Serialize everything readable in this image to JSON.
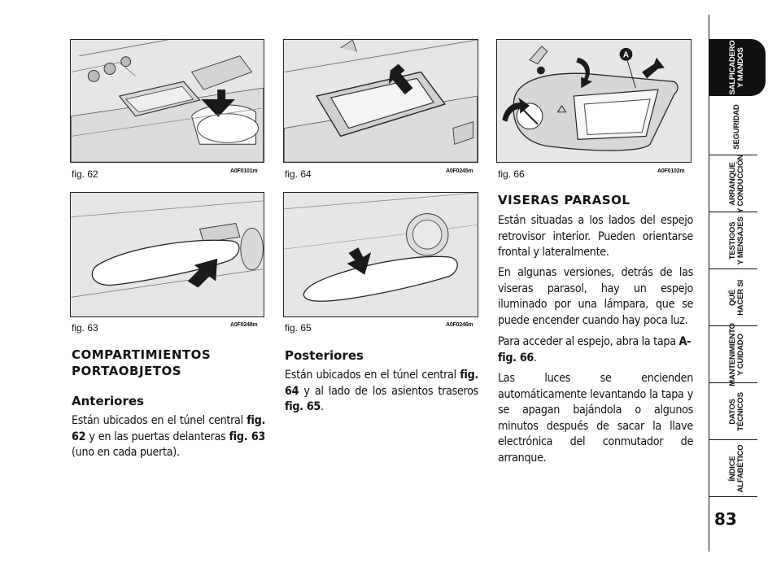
{
  "figures": [
    {
      "caption": "fig. 62",
      "code": "A0F0101m"
    },
    {
      "caption": "fig. 64",
      "code": "A0F0245m"
    },
    {
      "caption": "fig. 66",
      "code": "A0F0102m"
    },
    {
      "caption": "fig. 63",
      "code": "A0F0248m"
    },
    {
      "caption": "fig. 65",
      "code": "A0F0246m"
    }
  ],
  "fig66_label": "A",
  "left": {
    "heading_1": "COMPARTIMIENTOS",
    "heading_2": "PORTAOBJETOS",
    "subheading": "Anteriores",
    "p_a": "Están ubicados en el túnel central ",
    "p_ref1": "fig. 62",
    "p_b": " y en las puertas delanteras ",
    "p_ref2": "fig. 63",
    "p_c": " (uno en cada puerta)."
  },
  "middle": {
    "subheading": "Posteriores",
    "p_a": "Están ubicados en el túnel central ",
    "p_ref1": "fig. 64",
    "p_b": " y al lado de los asientos traseros ",
    "p_ref2": "fig. 65",
    "p_c": "."
  },
  "right": {
    "heading": "VISERAS PARASOL",
    "p1": "Están situadas a los lados del espejo retrovisor interior. Pueden orientarse frontal y lateralmente.",
    "p2": "En algunas versiones, detrás de las viseras parasol, hay un espejo iluminado por una lámpara, que se puede encender cuando hay poca luz.",
    "p3_a": "Para acceder al espejo, abra la tapa ",
    "p3_ref": "A-fig. 66",
    "p3_b": ".",
    "p4": "Las luces se encienden automáticamente levantando la tapa y se apagan bajándola o algunos minutos después de sacar la llave electrónica del conmutador de arranque."
  },
  "tabs": [
    {
      "line1": "SALPICADERO",
      "line2": "Y MANDOS",
      "active": true
    },
    {
      "line1": "SEGURIDAD",
      "line2": "",
      "active": false
    },
    {
      "line1": "ARRANQUE",
      "line2": "Y CONDUCCIÓN",
      "active": false
    },
    {
      "line1": "TESTIGOS",
      "line2": "Y MENSAJES",
      "active": false
    },
    {
      "line1": "QUÉ",
      "line2": "HACER SI",
      "active": false
    },
    {
      "line1": "MANTENIMIENTO",
      "line2": "Y CUIDADO",
      "active": false
    },
    {
      "line1": "DATOS",
      "line2": "TÉCNICOS",
      "active": false
    },
    {
      "line1": "ÍNDICE",
      "line2": "ALFABÉTICO",
      "active": false
    }
  ],
  "page_number": "83"
}
